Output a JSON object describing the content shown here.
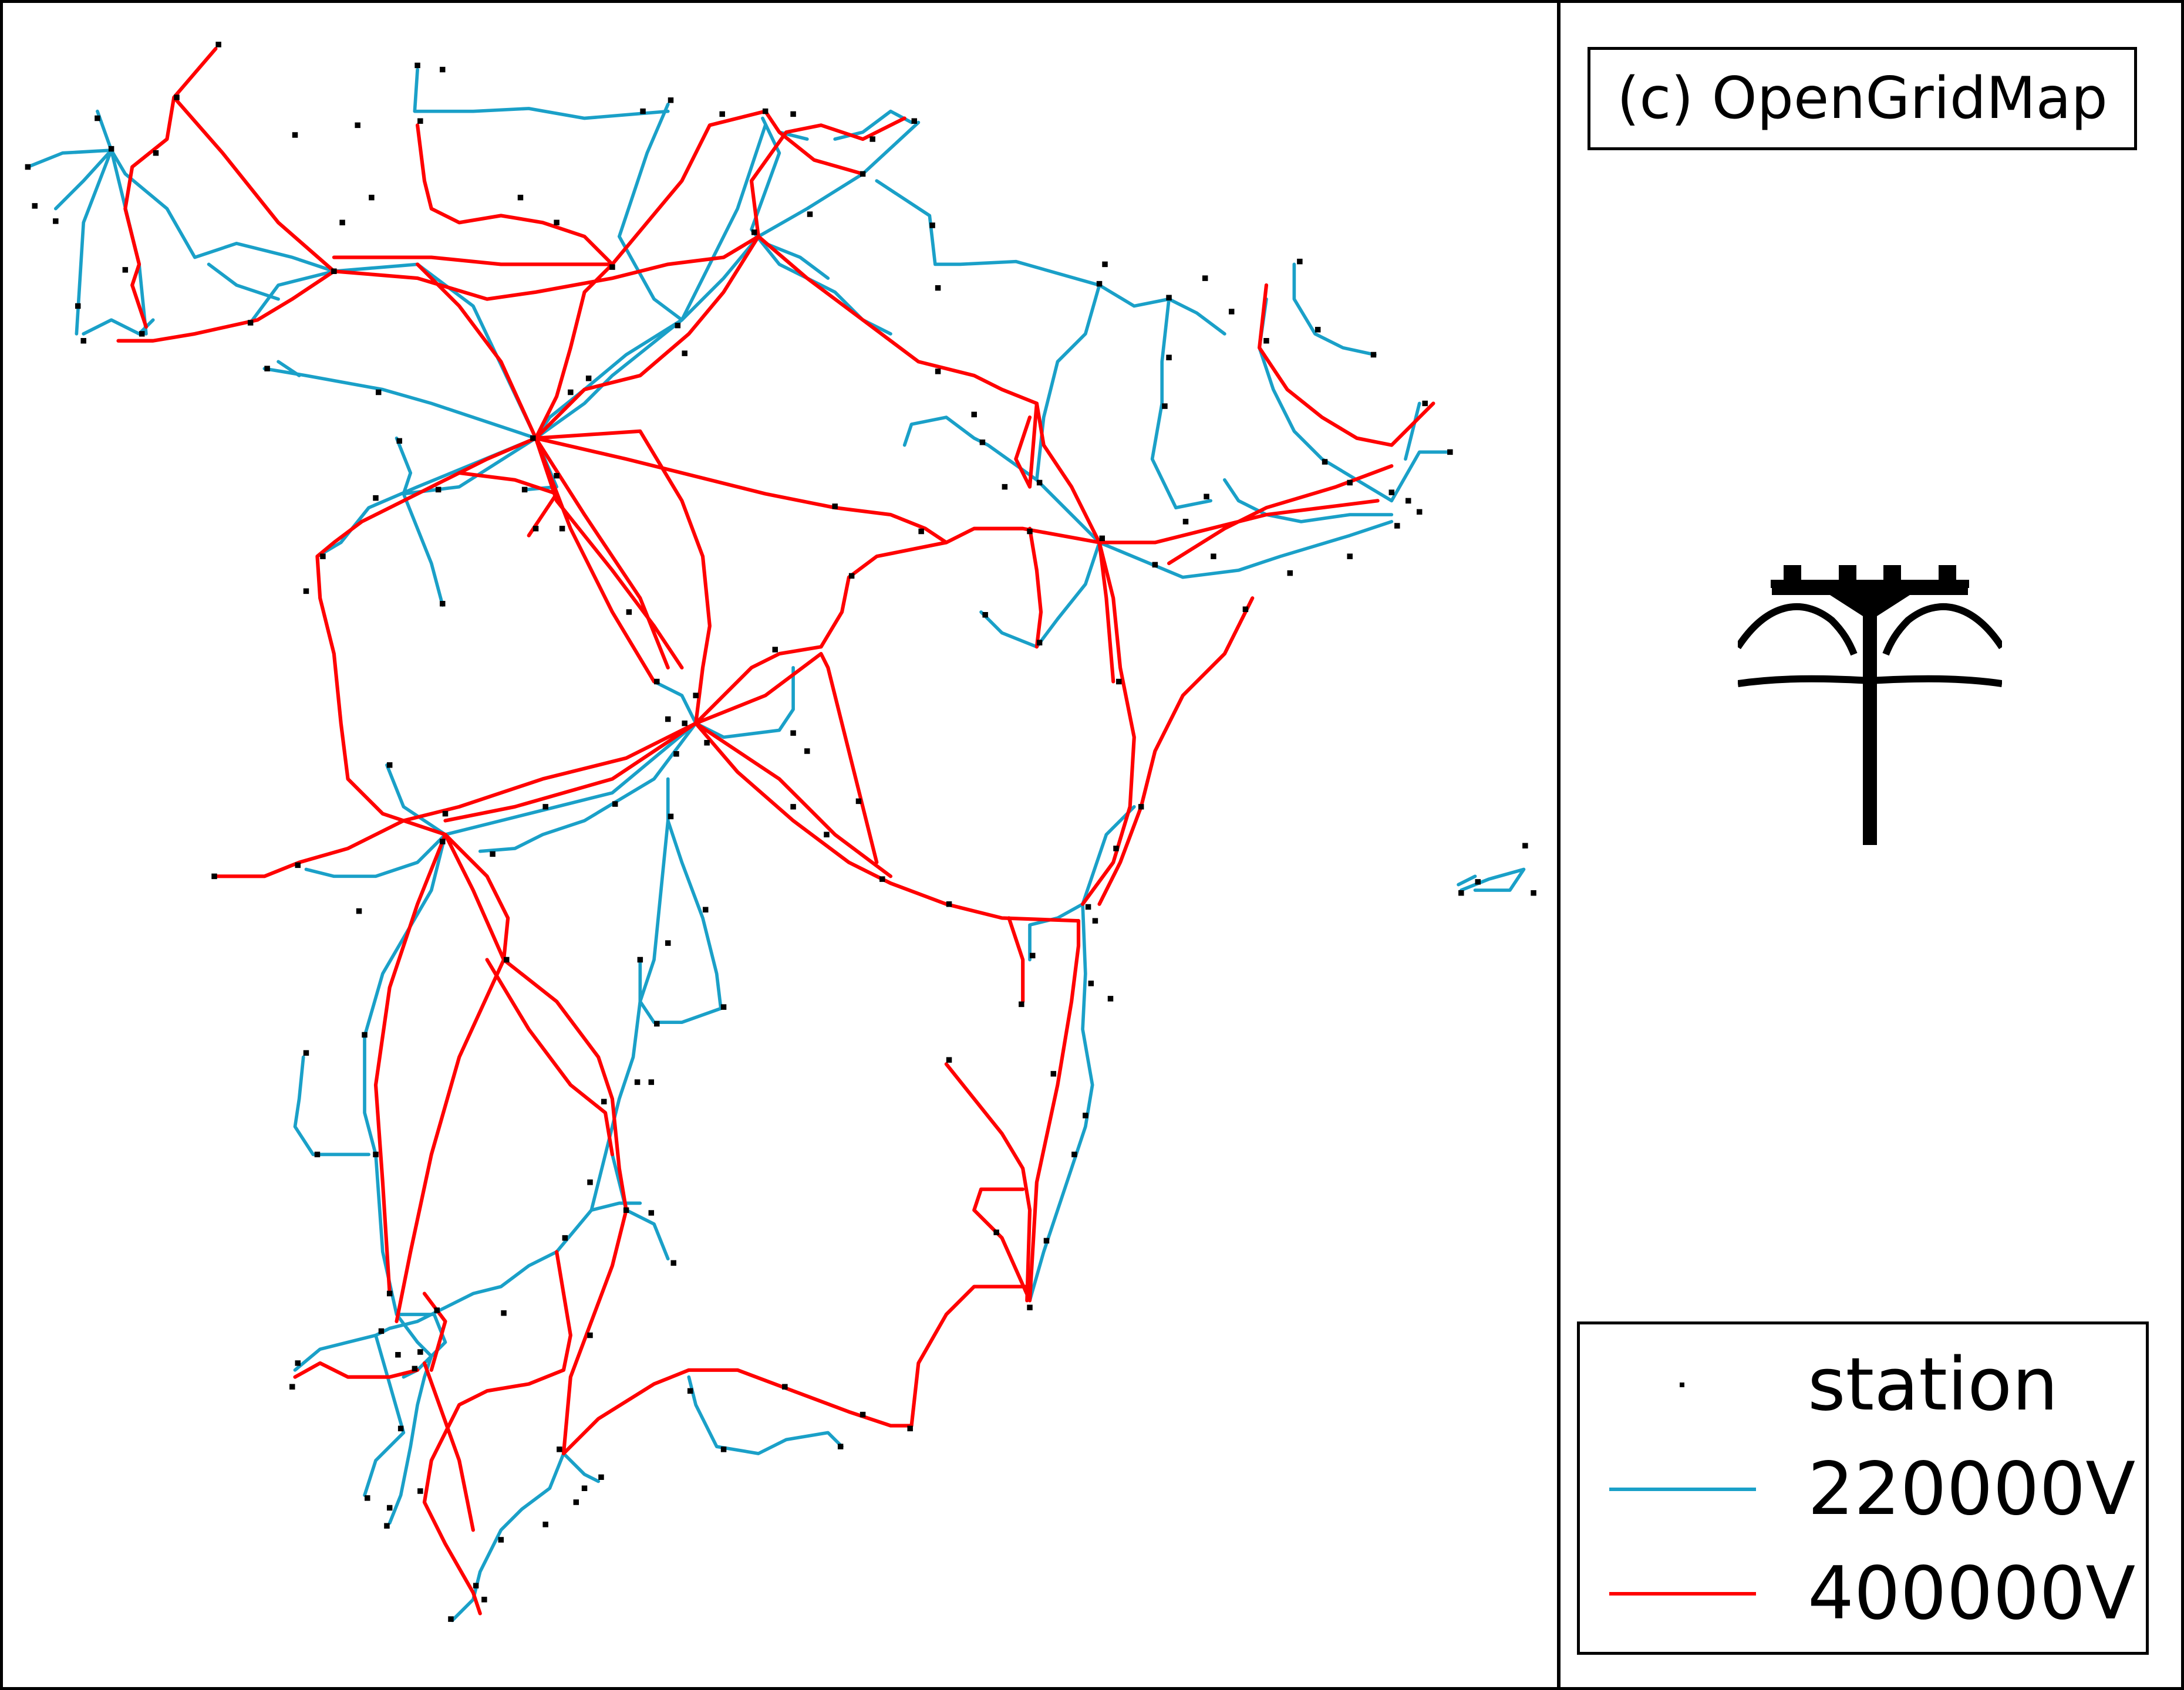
{
  "credit": "(c) OpenGridMap",
  "legend": {
    "items": [
      {
        "label": "station",
        "kind": "marker",
        "color": "#000000"
      },
      {
        "label": "220000V",
        "kind": "line",
        "color": "#1aa0c8"
      },
      {
        "label": "400000V",
        "kind": "line",
        "color": "#ff0000"
      }
    ]
  },
  "colors": {
    "v220": "#1aa0c8",
    "v400": "#ff0000",
    "station": "#000000",
    "frame": "#000000"
  },
  "icon": "power-pylon-icon"
}
